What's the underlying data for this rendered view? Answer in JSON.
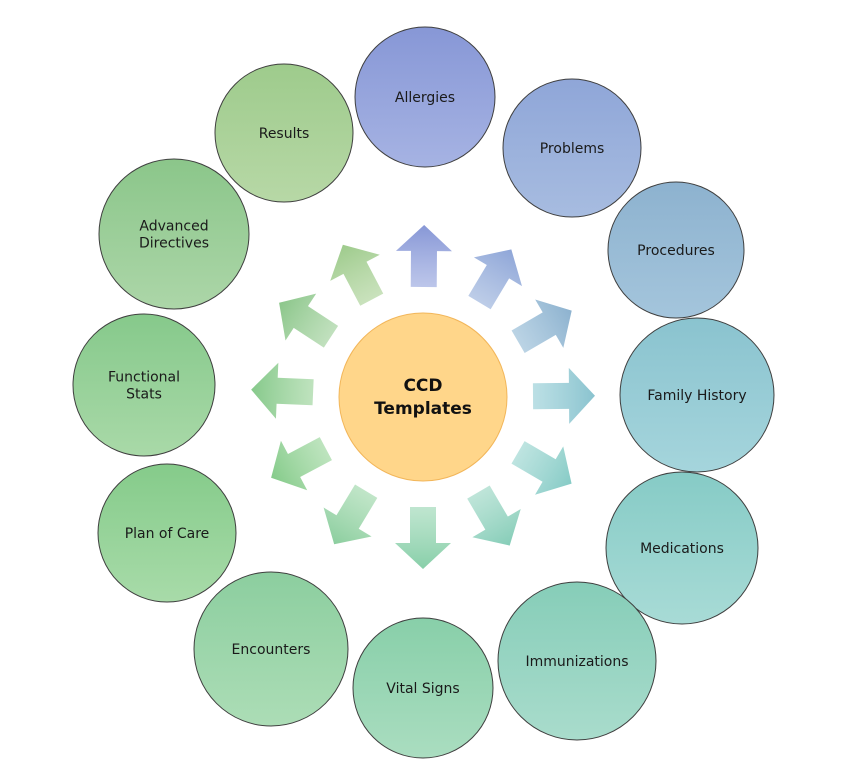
{
  "center": {
    "line1": "CCD",
    "line2": "Templates",
    "fill": "#FFD68A",
    "stroke": "#F2B65A"
  },
  "nodes": [
    {
      "id": "allergies",
      "lines": [
        "Allergies"
      ],
      "top": "#8797D6",
      "bottom": "#A6B3E3"
    },
    {
      "id": "problems",
      "lines": [
        "Problems"
      ],
      "top": "#8FA6D8",
      "bottom": "#A7BCE0"
    },
    {
      "id": "procedures",
      "lines": [
        "Procedures"
      ],
      "top": "#8DB2CF",
      "bottom": "#A4C5DC"
    },
    {
      "id": "family-history",
      "lines": [
        "Family History"
      ],
      "top": "#8AC3CF",
      "bottom": "#A5D5DC"
    },
    {
      "id": "medications",
      "lines": [
        "Medications"
      ],
      "top": "#86CBC6",
      "bottom": "#A8DBD6"
    },
    {
      "id": "immunizations",
      "lines": [
        "Immunizations"
      ],
      "top": "#86CDB8",
      "bottom": "#A9DCCC"
    },
    {
      "id": "vital-signs",
      "lines": [
        "Vital Signs"
      ],
      "top": "#88CFA9",
      "bottom": "#AADDC0"
    },
    {
      "id": "encounters",
      "lines": [
        "Encounters"
      ],
      "top": "#8CCE9F",
      "bottom": "#ACDDB6"
    },
    {
      "id": "plan-of-care",
      "lines": [
        "Plan of Care"
      ],
      "top": "#85CB8A",
      "bottom": "#A8DBA9"
    },
    {
      "id": "functional-stats",
      "lines": [
        "Functional",
        "Stats"
      ],
      "top": "#86C98B",
      "bottom": "#A9D9A8"
    },
    {
      "id": "advanced-directives",
      "lines": [
        "Advanced",
        "Directives"
      ],
      "top": "#8BC68A",
      "bottom": "#ACD6A8"
    },
    {
      "id": "results",
      "lines": [
        "Results"
      ],
      "top": "#9ECB8C",
      "bottom": "#B7D8A6"
    }
  ]
}
